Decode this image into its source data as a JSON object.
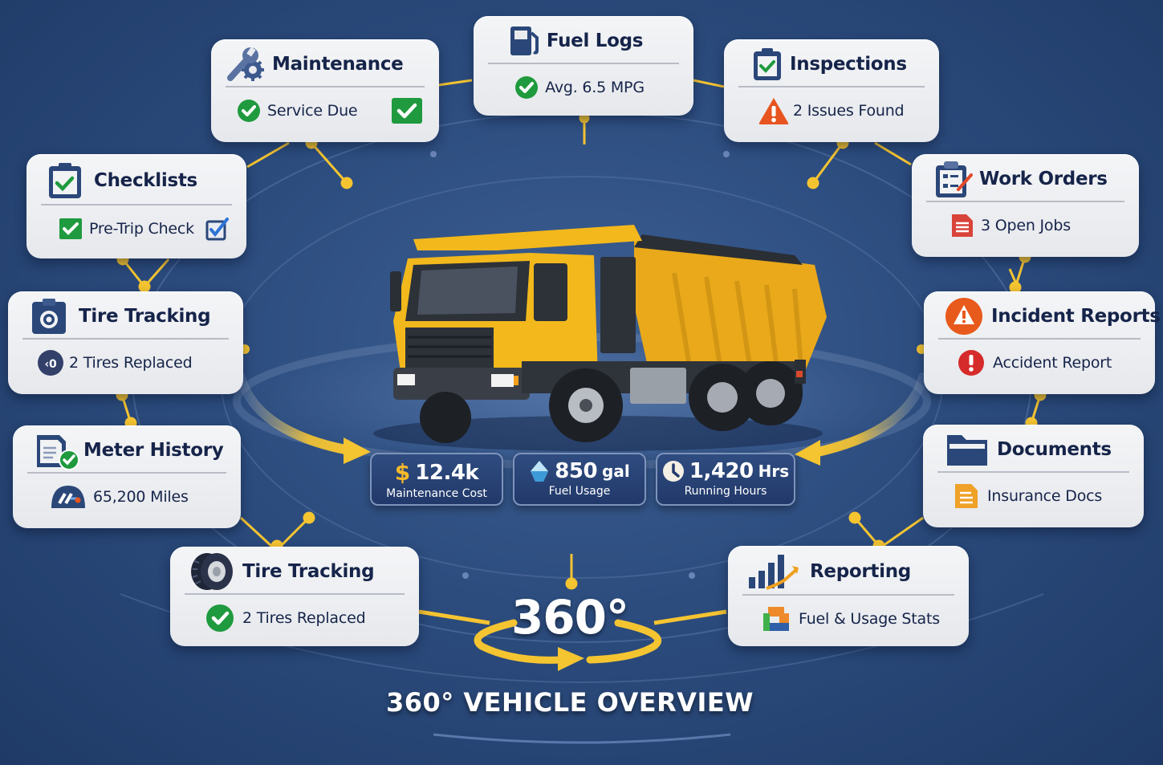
{
  "title": "360° VEHICLE OVERVIEW",
  "center_badge": "360°",
  "colors": {
    "background": "#2c4c7e",
    "card_bg": "#eef0f3",
    "card_text": "#16244a",
    "accent_yellow": "#f5c431",
    "success_green": "#1f9a3e",
    "warning_orange": "#e8541f",
    "danger_red": "#d62b2b",
    "icon_navy": "#2b4779",
    "stat_bg": "#26406f"
  },
  "cards": {
    "maintenance": {
      "title": "Maintenance",
      "icon": "wrench-gear-icon",
      "status": "Service Due",
      "status_icon": "check-circle-icon",
      "trailing_icon": "check-square-icon"
    },
    "fuel_logs": {
      "title": "Fuel Logs",
      "icon": "fuel-pump-icon",
      "status": "Avg. 6.5 MPG",
      "status_icon": "check-circle-icon"
    },
    "inspections": {
      "title": "Inspections",
      "icon": "clipboard-check-icon",
      "status": "2 Issues Found",
      "status_icon": "warning-triangle-icon"
    },
    "checklists": {
      "title": "Checklists",
      "icon": "clipboard-check-icon",
      "status": "Pre-Trip Check",
      "status_icon": "check-square-icon",
      "trailing_icon": "checkbox-checked-icon"
    },
    "work_orders": {
      "title": "Work Orders",
      "icon": "clipboard-list-pen-icon",
      "status": "3 Open Jobs",
      "status_icon": "document-icon"
    },
    "tire_tracking_left": {
      "title": "Tire Tracking",
      "icon": "tire-clipboard-icon",
      "status": "2 Tires Replaced",
      "status_icon": "tire-badge-icon"
    },
    "incident_reports": {
      "title": "Incident Reports",
      "icon": "warning-circle-icon",
      "status": "Accident Report",
      "status_icon": "exclamation-circle-icon"
    },
    "meter_history": {
      "title": "Meter History",
      "icon": "document-check-icon",
      "status": "65,200 Miles",
      "status_icon": "odometer-icon"
    },
    "documents": {
      "title": "Documents",
      "icon": "folder-icon",
      "status": "Insurance Docs",
      "status_icon": "document-icon"
    },
    "tire_tracking_bottom": {
      "title": "Tire Tracking",
      "icon": "tire-icon",
      "status": "2 Tires Replaced",
      "status_icon": "check-circle-icon"
    },
    "reporting": {
      "title": "Reporting",
      "icon": "bar-chart-trend-icon",
      "status": "Fuel & Usage Stats",
      "status_icon": "stats-blocks-icon"
    }
  },
  "stats": [
    {
      "icon": "dollar-icon",
      "value": "$12.4k",
      "unit": "",
      "label": "Maintenance Cost"
    },
    {
      "icon": "fuel-drop-icon",
      "value": "850",
      "unit": "gal",
      "label": "Fuel Usage"
    },
    {
      "icon": "clock-icon",
      "value": "1,420",
      "unit": "Hrs",
      "label": "Running Hours"
    }
  ],
  "vehicle": {
    "type": "dump-truck",
    "color": "#f2b81c"
  }
}
